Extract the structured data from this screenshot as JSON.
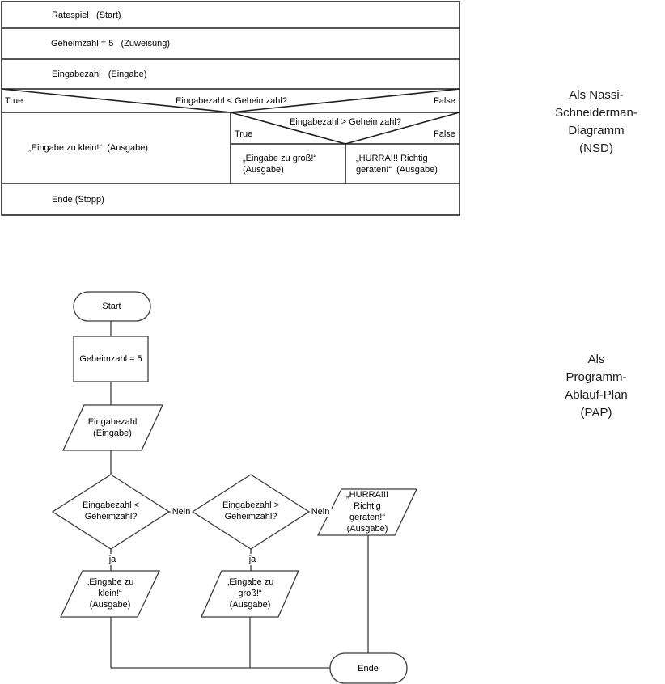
{
  "nsd": {
    "row_start": "Ratespiel   (Start)",
    "row_assign": "Geheimzahl = 5   (Zuweisung)",
    "row_input": "Eingabezahl   (Eingabe)",
    "cond1": "Eingabezahl < Geheimzahl?",
    "cond1_true": "True",
    "cond1_false": "False",
    "branch_small": "„Eingabe zu klein!“  (Ausgabe)",
    "cond2": "Eingabezahl > Geheimzahl?",
    "cond2_true": "True",
    "cond2_false": "False",
    "branch_big": "„Eingabe zu groß!“\n(Ausgabe)",
    "branch_win": "„HURRA!!! Richtig\ngeraten!“  (Ausgabe)",
    "row_end": "Ende (Stopp)"
  },
  "flowchart": {
    "start": "Start",
    "assign": "Geheimzahl = 5",
    "input": "Eingabezahl\n(Eingabe)",
    "decision1": "Eingabezahl <\nGeheimzahl?",
    "no1": "Nein",
    "yes1": "ja",
    "decision2": "Eingabezahl >\nGeheimzahl?",
    "no2": "Nein",
    "yes2": "ja",
    "out_win": "„HURRA!!!\nRichtig\ngeraten!“\n(Ausgabe)",
    "out_small": "„Eingabe zu\nklein!“\n(Ausgabe)",
    "out_big": "„Eingabe zu\ngroß!“\n(Ausgabe)",
    "end": "Ende"
  },
  "captions": {
    "nsd": "Als Nassi-\nSchneiderman-\nDiagramm\n(NSD)",
    "pap": "Als Programm-\nAblauf-Plan\n(PAP)"
  },
  "colors": {
    "nsd_line": "#1f1f1f",
    "flow_line": "#3a3a3a",
    "background": "#ffffff"
  }
}
